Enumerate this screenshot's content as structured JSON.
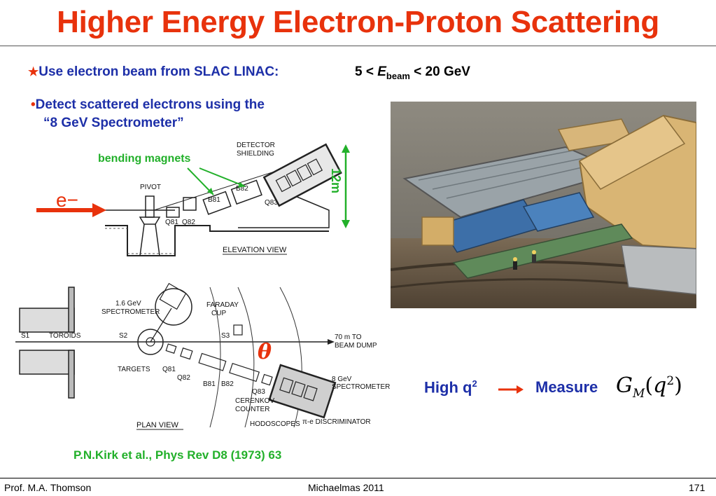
{
  "title": "Higher Energy Electron-Proton Scattering",
  "bullet1": {
    "text": "Use electron beam from SLAC LINAC:",
    "range_prefix": "5 < ",
    "range_var": "E",
    "range_sub": "beam",
    "range_suffix": " < 20 GeV"
  },
  "bullet2": {
    "line1": "Detect scattered electrons using the",
    "line2": "“8 GeV Spectrometer”"
  },
  "elevation": {
    "bending_magnets": "bending magnets",
    "electron": "e−",
    "height": "12m",
    "labels": {
      "detector": "DETECTOR",
      "shielding": "SHIELDING",
      "pivot": "PIVOT",
      "b82": "B82",
      "b81": "B81",
      "q83": "Q83",
      "q81": "Q81",
      "q82": "Q82",
      "view": "ELEVATION VIEW"
    }
  },
  "plan": {
    "theta": "θ",
    "labels": {
      "spec16a": "1.6 GeV",
      "spec16b": "SPECTROMETER",
      "faraday1": "FARADAY",
      "faraday2": "CUP",
      "s1": "S1",
      "toroids": "TOROIDS",
      "s2": "S2",
      "s3": "S3",
      "dump1": "70 m TO",
      "dump2": "BEAM DUMP",
      "targets": "TARGETS",
      "q81": "Q81",
      "q82": "Q82",
      "b81": "B81",
      "b82": "B82",
      "q83": "Q83",
      "spec8a": "8 GeV",
      "spec8b": "SPECTROMETER",
      "cer1": "CERENKOV",
      "cer2": "COUNTER",
      "hodo": "HODOSCOPES",
      "disc": "π-e DISCRIMINATOR",
      "view": "PLAN VIEW"
    }
  },
  "photo": {
    "description_icon": "spectrometer-photo"
  },
  "relation": {
    "high_q": "High q",
    "high_q_sup": "2",
    "measure": "Measure",
    "formula_g": "G",
    "formula_sub": "M",
    "formula_open": "(",
    "formula_q": "q",
    "formula_sup": "2",
    "formula_close": ")"
  },
  "reference": "P.N.Kirk et al., Phys Rev D8 (1973) 63",
  "footer": {
    "author": "Prof. M.A. Thomson",
    "term": "Michaelmas 2011",
    "page": "171"
  },
  "colors": {
    "title": "#e8320c",
    "bullet": "#1d2fa8",
    "accent_green": "#22b02a"
  }
}
